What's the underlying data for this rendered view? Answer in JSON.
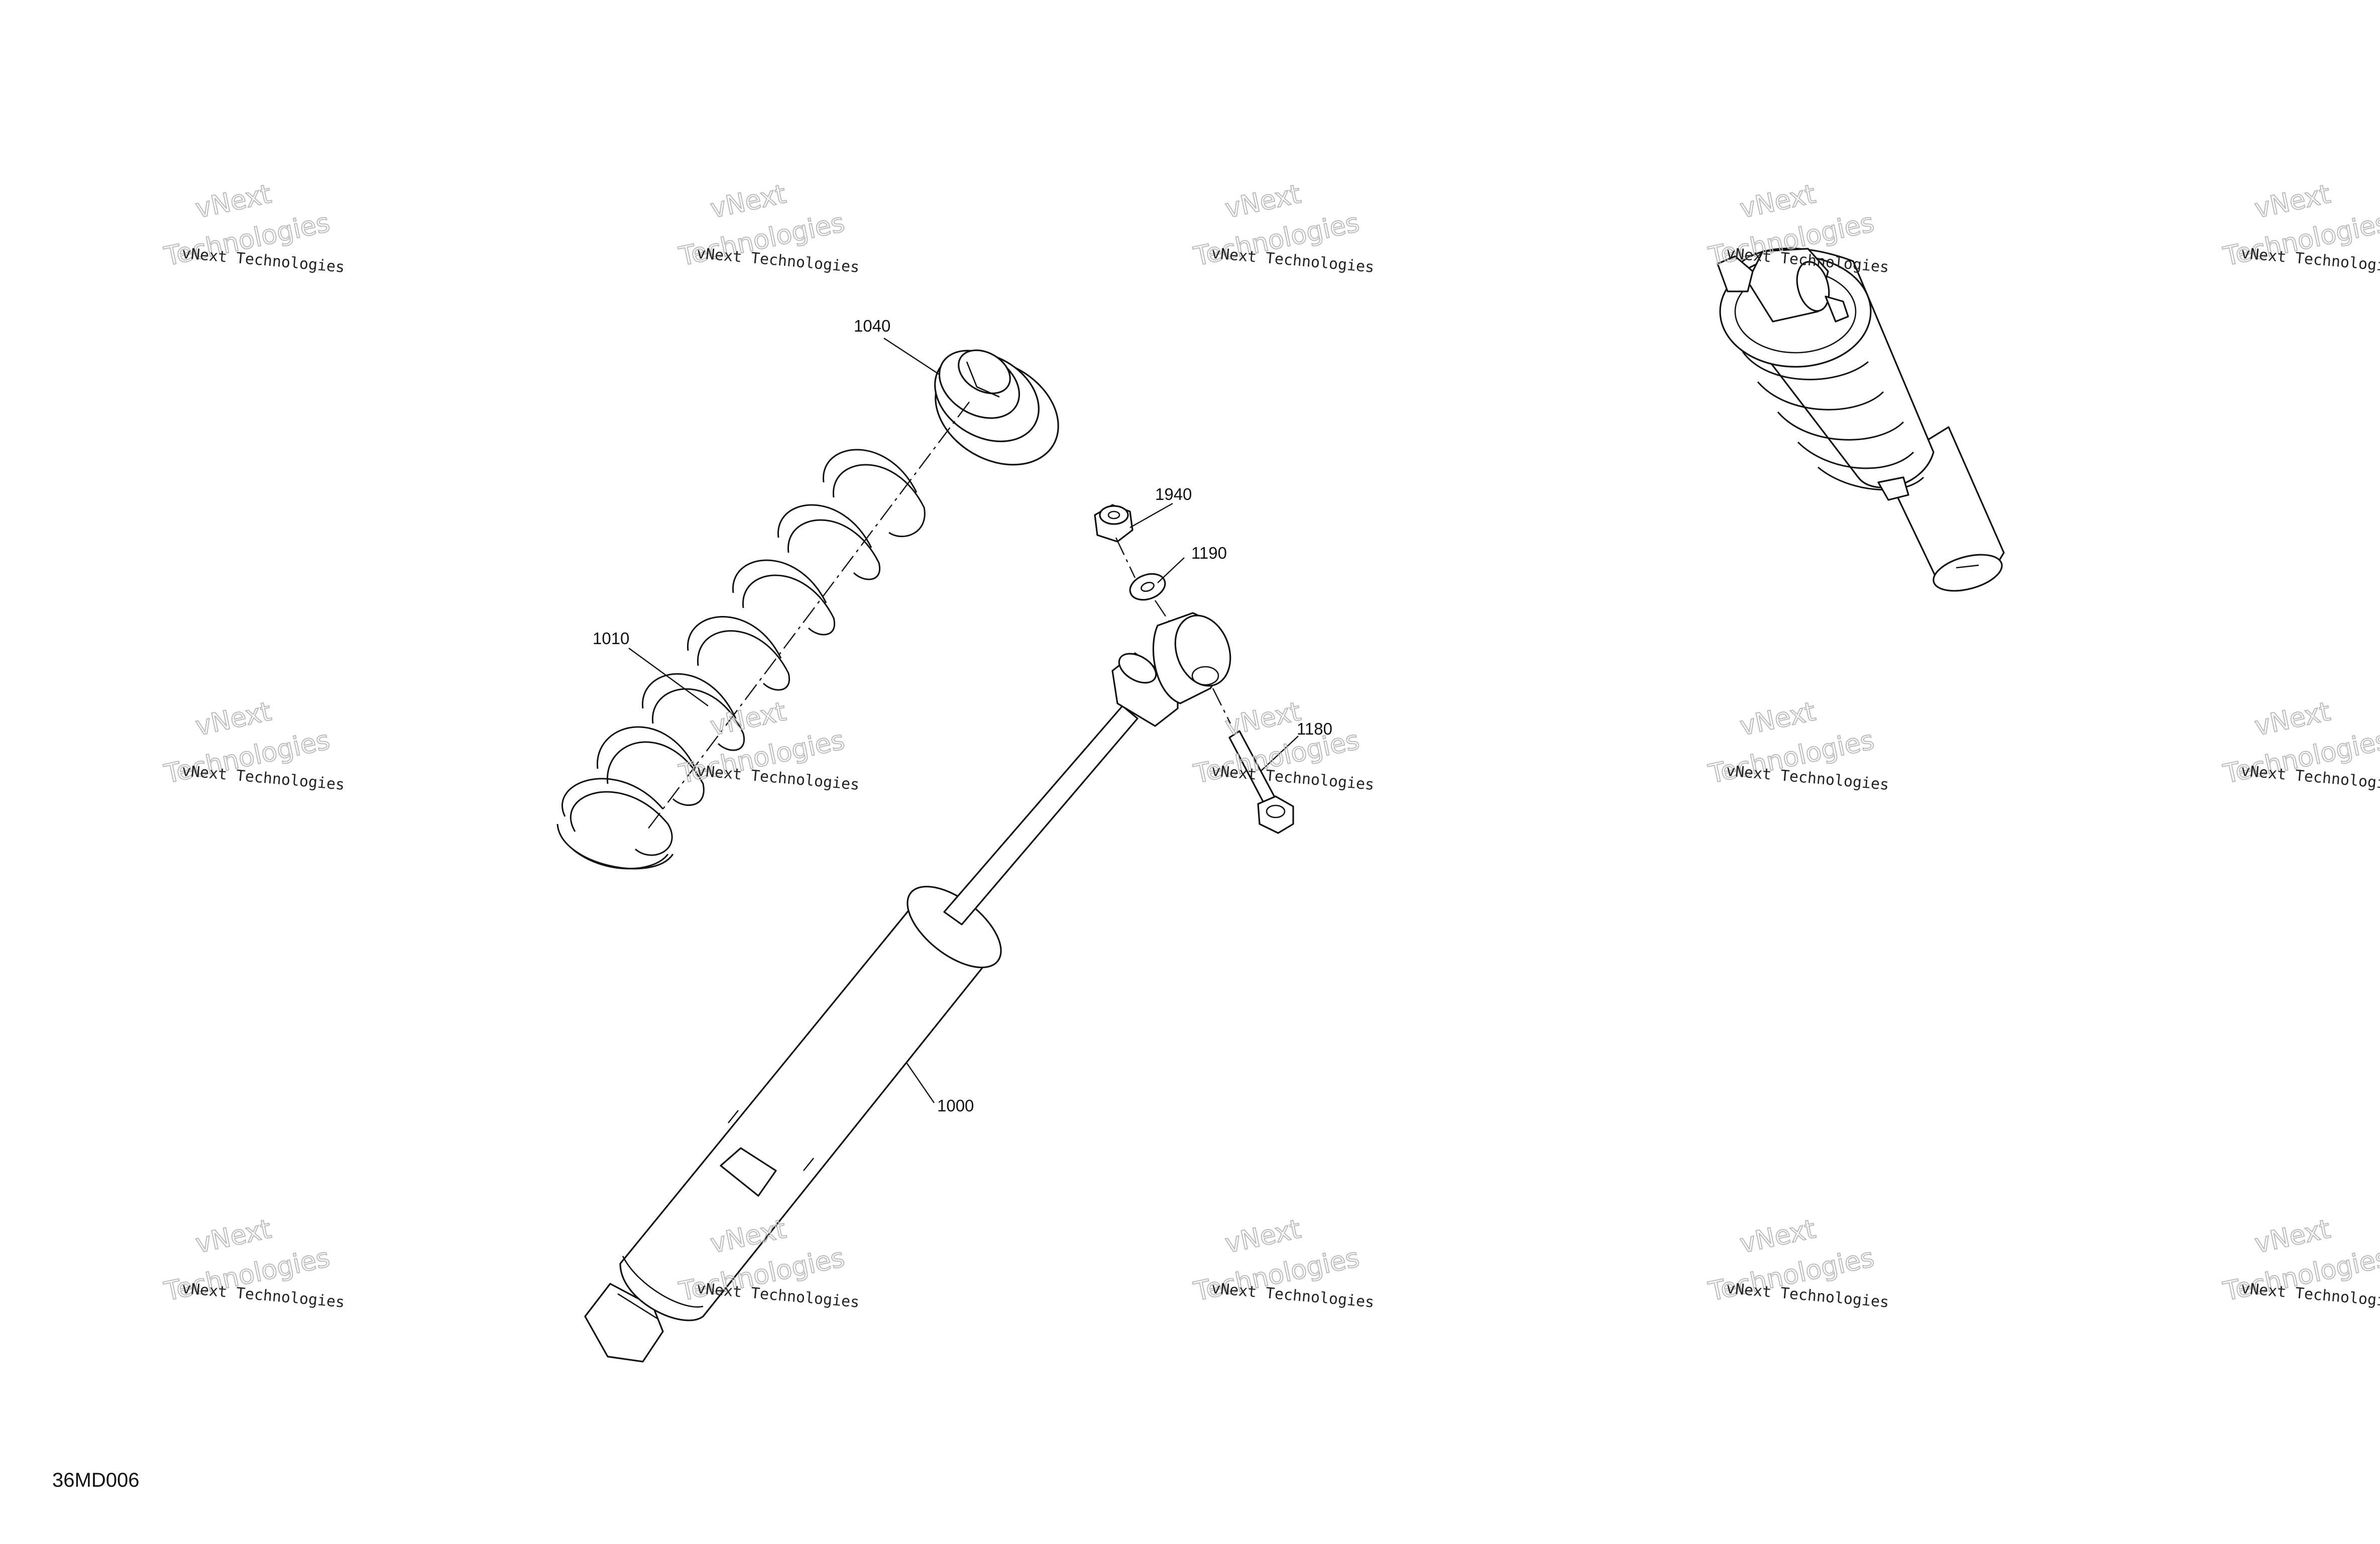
{
  "callouts": {
    "c1040": "1040",
    "c1010": "1010",
    "c1940": "1940",
    "c1190": "1190",
    "c1180": "1180",
    "c1000": "1000"
  },
  "figure_code": "36MD006",
  "watermark": {
    "line1": "vNext Technologies",
    "line2": "vNext",
    "line3": "Technologies"
  },
  "icons": {
    "shock_body": "shock-absorber-icon",
    "spring": "coil-spring-icon",
    "spring_seat": "spring-seat-icon",
    "nut": "nut-icon",
    "washer": "washer-icon",
    "bolt": "bolt-icon",
    "assembled": "shock-assembly-icon"
  }
}
